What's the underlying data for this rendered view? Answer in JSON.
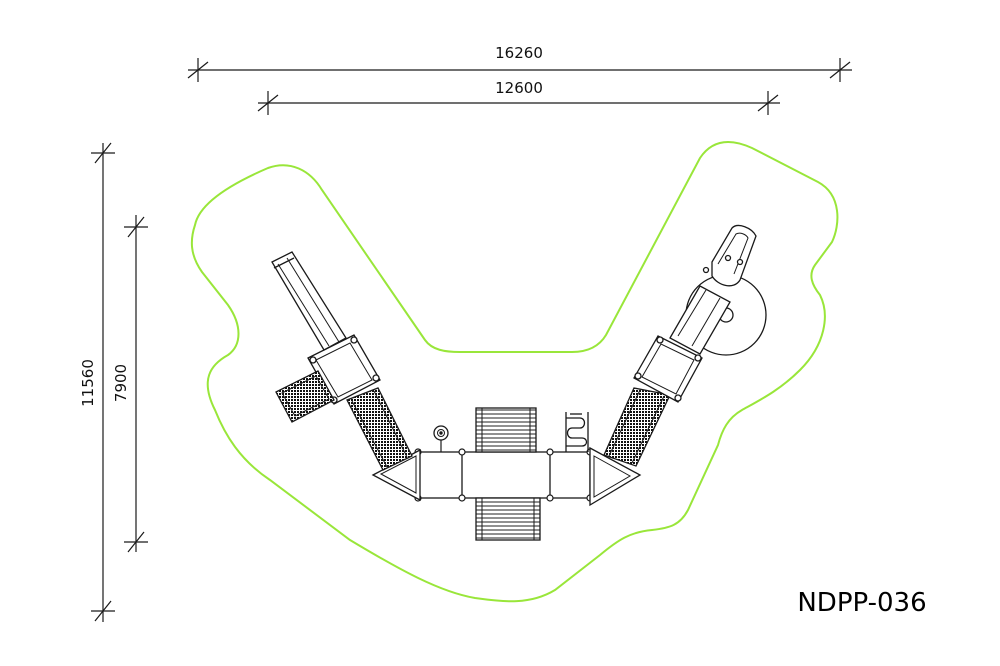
{
  "dimensions": {
    "overall_width": "16260",
    "inner_width": "12600",
    "overall_height": "11560",
    "inner_height": "7900"
  },
  "model_code": "NDPP-036",
  "colors": {
    "safety_zone": "#99e63a",
    "lines": "#1a1a1a"
  }
}
